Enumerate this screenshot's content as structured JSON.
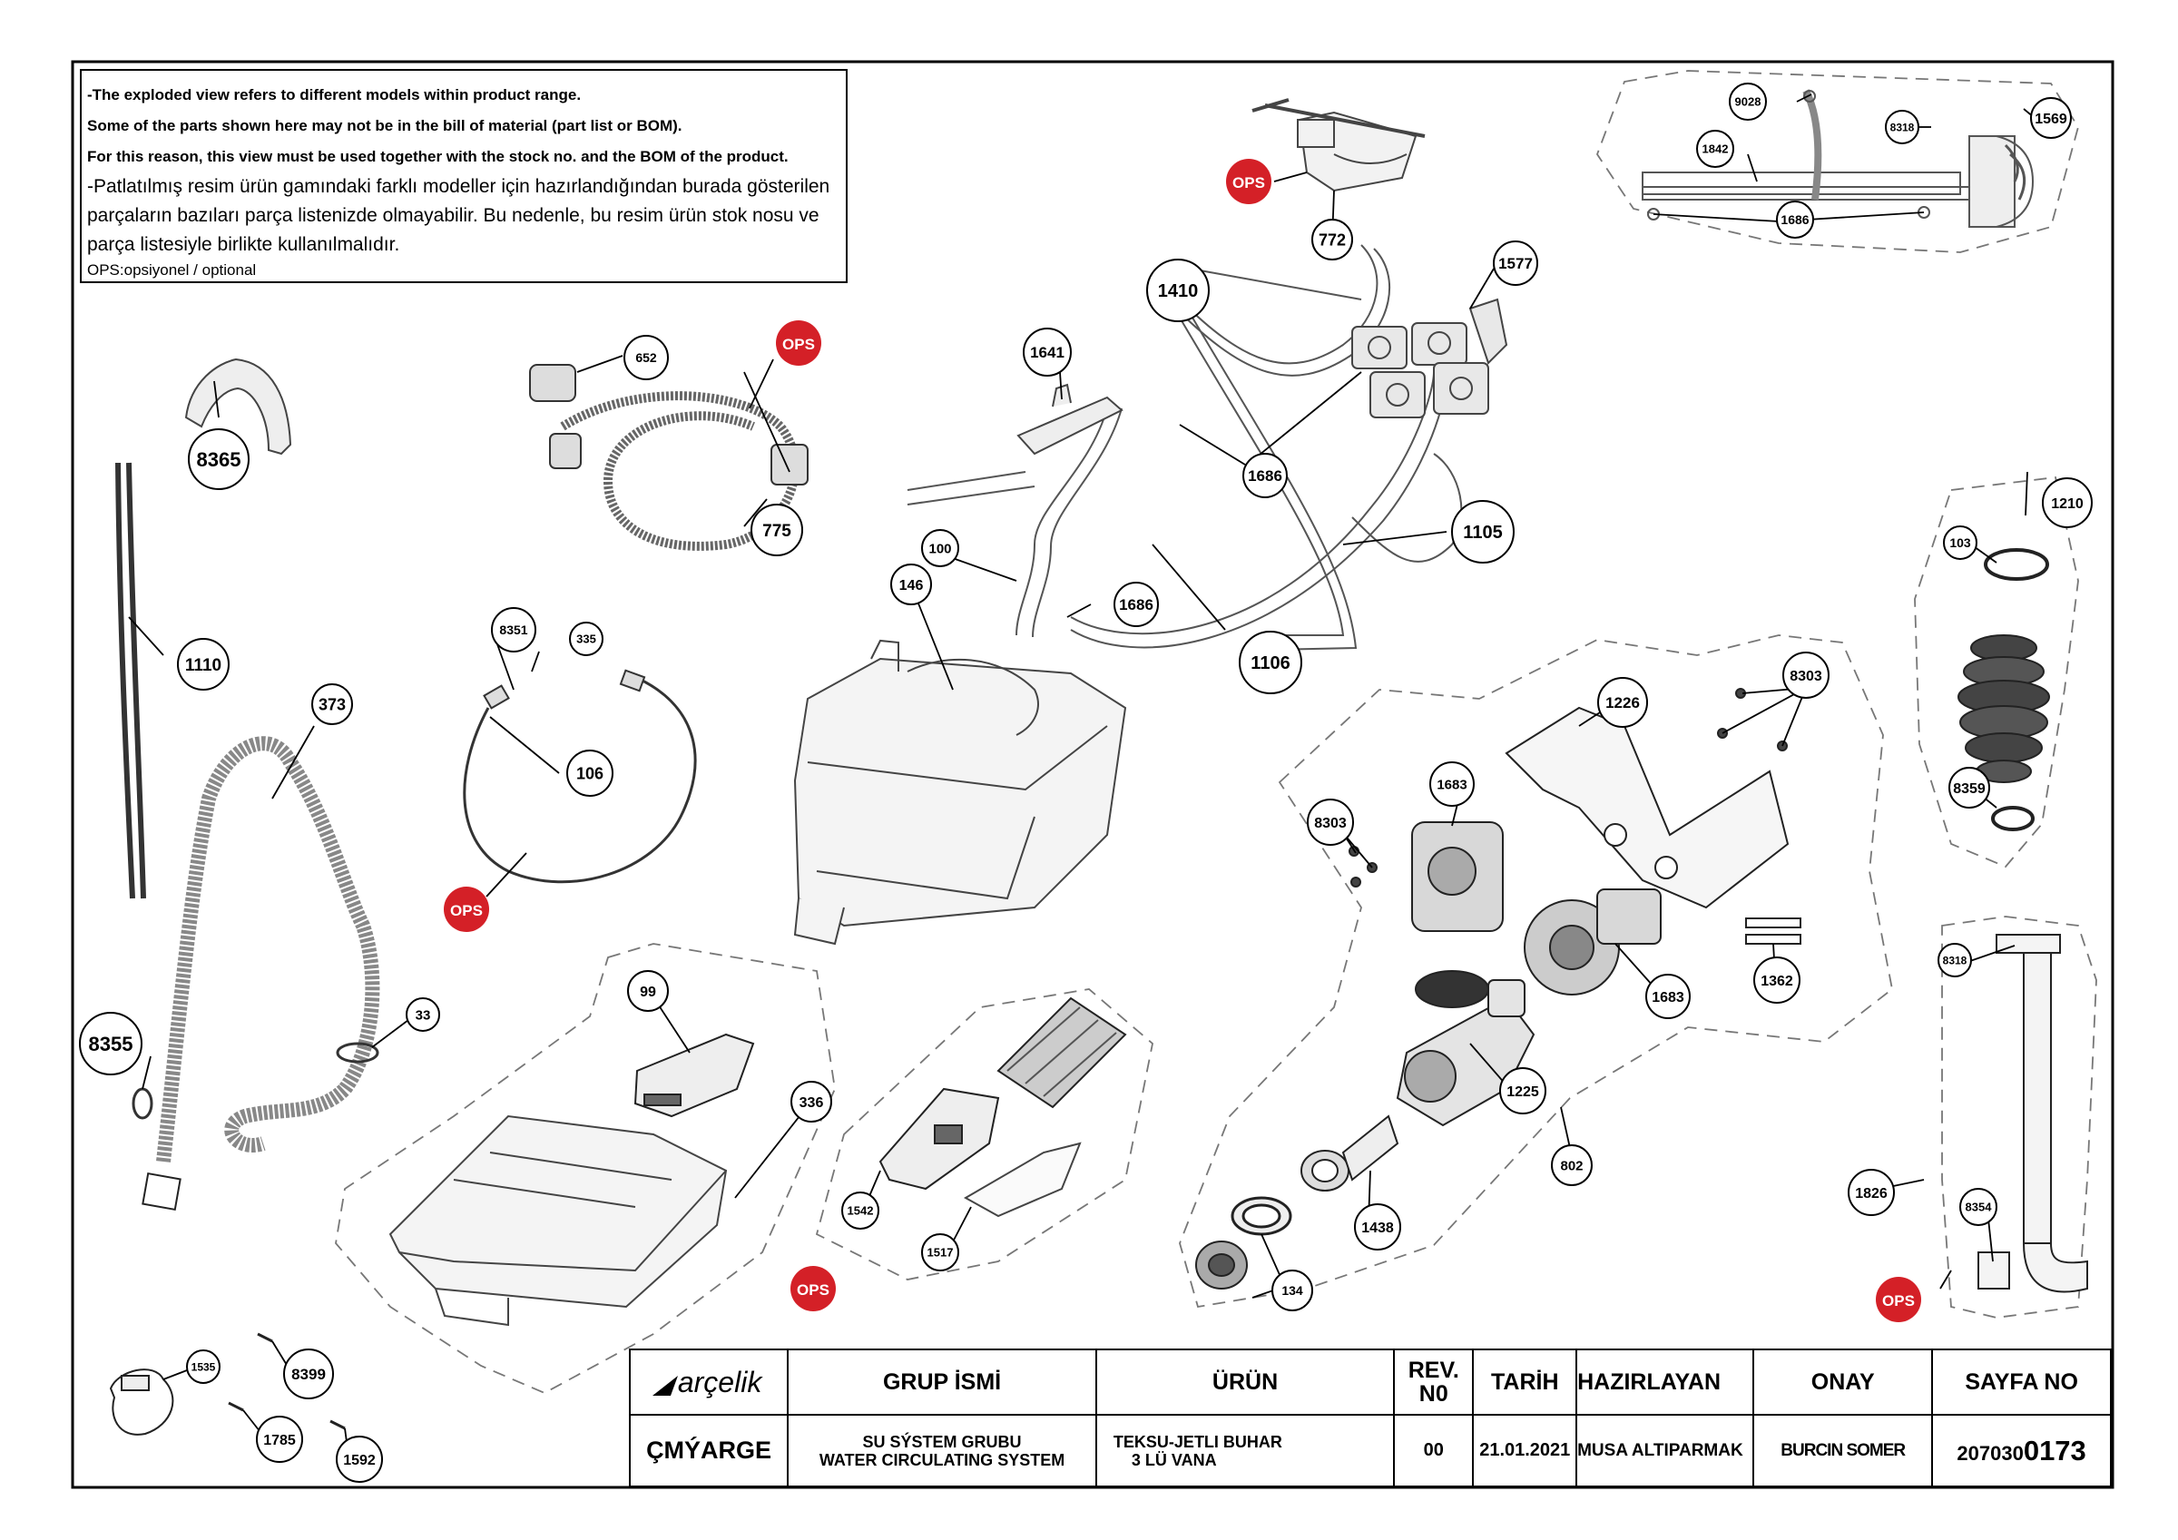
{
  "notes": {
    "line1": "-The exploded view refers to different models within product range.",
    "line2": "Some of the parts shown here may not be in the bill of material (part list or BOM).",
    "line3": "For this reason, this view must be used together with the stock no. and the BOM of the product.",
    "line4": "-Patlatılmış resim ürün gamındaki farklı modeller için hazırlandığından burada gösterilen",
    "line5": "parçaların bazıları parça listenizde olmayabilir. Bu nedenle, bu resim ürün stok nosu ve",
    "line6": "parça listesiyle birlikte kullanılmalıdır.",
    "line7": "OPS:opsiyonel / optional"
  },
  "optional_badge": "OPS",
  "part_labels": {
    "p772": "772",
    "p9028": "9028",
    "p8318a": "8318",
    "p1569": "1569",
    "p1842": "1842",
    "p1686a": "1686",
    "p1577": "1577",
    "p1410": "1410",
    "p1641": "1641",
    "p1686b": "1686",
    "p1105": "1105",
    "p100": "100",
    "p146": "146",
    "p1686c": "1686",
    "p1106": "1106",
    "p652": "652",
    "p775": "775",
    "p8365": "8365",
    "p8351": "8351",
    "p335": "335",
    "p106": "106",
    "p1110": "1110",
    "p373": "373",
    "p8355": "8355",
    "p33": "33",
    "p1210": "1210",
    "p103": "103",
    "p8359": "8359",
    "p8303a": "8303",
    "p1226": "1226",
    "p1683a": "1683",
    "p8303b": "8303",
    "p1683b": "1683",
    "p1362": "1362",
    "p1225": "1225",
    "p802": "802",
    "p1438": "1438",
    "p134": "134",
    "p99": "99",
    "p336": "336",
    "p1542": "1542",
    "p1517": "1517",
    "p8318b": "8318",
    "p1826": "1826",
    "p8354": "8354",
    "p1535": "1535",
    "p8399": "8399",
    "p1785": "1785",
    "p1592": "1592"
  },
  "title_block": {
    "brand": "arçelik",
    "headers": {
      "group": "GRUP İSMİ",
      "product": "ÜRÜN",
      "rev": "REV. N0",
      "date": "TARİH",
      "prepared": "HAZIRLAYAN",
      "approved": "ONAY",
      "page_no": "SAYFA NO"
    },
    "values": {
      "company": "ÇMÝARGE",
      "group_line1": "SU SÝSTEM GRUBU",
      "group_line2": "WATER CIRCULATING SYSTEM",
      "product_line1": "TEKSU-JETLI BUHAR",
      "product_line2": "3 LÜ VANA",
      "rev": "00",
      "date": "21.01.2021",
      "prepared": "MUSA ALTIPARMAK",
      "approved": "BURCIN SOMER",
      "page_prefix": "207030",
      "page_suffix": "0173"
    }
  },
  "colors": {
    "ops_badge": "#d42027",
    "line": "#000000",
    "part": "#5a5a5a"
  }
}
